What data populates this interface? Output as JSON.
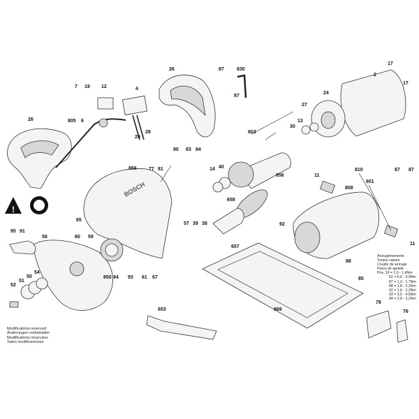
{
  "part_labels": [
    "7",
    "19",
    "12",
    "4",
    "26",
    "87",
    "830",
    "87",
    "2",
    "17",
    "17",
    "24",
    "27",
    "30",
    "13",
    "26",
    "805",
    "6",
    "29",
    "28",
    "803",
    "80",
    "83",
    "84",
    "866",
    "77",
    "81",
    "14",
    "40",
    "656",
    "11",
    "810",
    "87",
    "87",
    "801",
    "808",
    "658",
    "65",
    "57",
    "39",
    "38",
    "92",
    "95",
    "91",
    "58",
    "60",
    "59",
    "657",
    "11",
    "88",
    "52",
    "51",
    "50",
    "54",
    "850",
    "94",
    "93",
    "61",
    "67",
    "85",
    "78",
    "76",
    "653",
    "869"
  ],
  "notes": [
    "Modifications reserved",
    "Änderungen vorbehalten",
    "Modifications réservées",
    "Salvo modificaciones"
  ],
  "torque": {
    "headings": [
      "Anzugsmomente",
      "Torque values",
      "Couple de serrage",
      "Pares de apriete"
    ],
    "prefix": "Pos.",
    "rows": [
      "19 = 1,0 - 1,4Nm",
      "52 = 6,0 - 9,0Nm",
      "87 = 1,3 - 1,7Nm",
      "88 = 1,8 - 2,2Nm",
      "92 = 1,8 - 2,2Nm",
      "93 = 3,5 - 4,5Nm",
      "94 = 2,8 - 3,2Nm"
    ]
  },
  "logo_text": "BOSCH",
  "colors": {
    "line": "#333333",
    "fill": "#f4f4f4",
    "shade": "#d8d8d8"
  }
}
